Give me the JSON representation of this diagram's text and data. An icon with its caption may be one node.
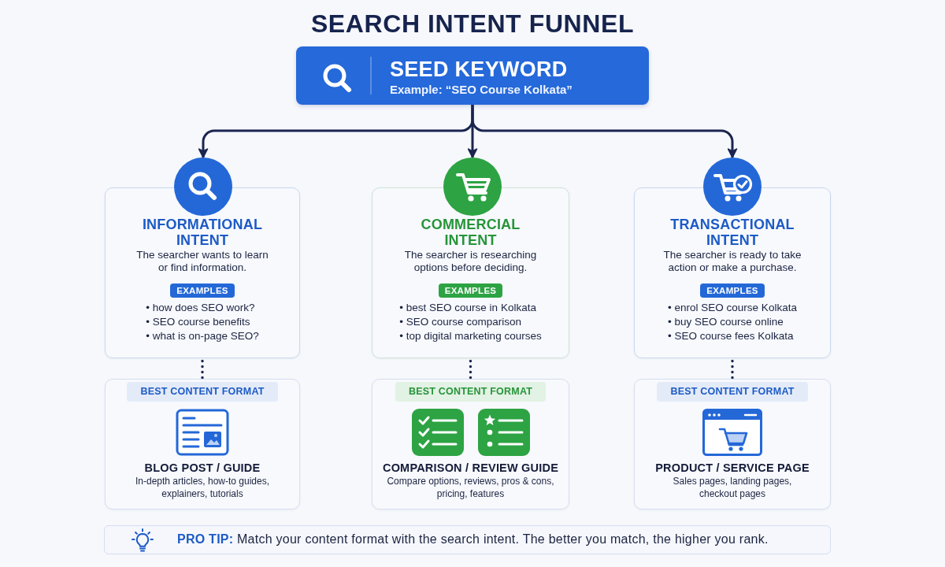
{
  "diagram": {
    "title": "SEARCH INTENT FUNNEL",
    "nodes": [
      {
        "text": [
          "SEED KEYWORD",
          "Example: “SEO Course Kolkata”"
        ]
      },
      {
        "text": [],
        "shape": "circle"
      },
      {
        "text": [
          "INFORMATIONAL INTENT",
          "The searcher wants to learn or find information.",
          "• how does SEO work?",
          "• SEO course benefits",
          "• what is on-page SEO?"
        ]
      },
      {
        "text": [
          "EXAMPLES"
        ],
        "in": 2
      },
      {
        "text": [],
        "shape": "circle"
      },
      {
        "text": [
          "COMMERCIAL INTENT",
          "The searcher is researching options before deciding.",
          "• best SEO course in Kolkata",
          "• SEO course comparison",
          "• top digital marketing courses"
        ]
      },
      {
        "text": [
          "EXAMPLES"
        ],
        "in": 5
      },
      {
        "text": [],
        "shape": "circle"
      },
      {
        "text": [
          "TRANSACTIONAL INTENT",
          "The searcher is ready to take action or make a purchase.",
          "• enrol SEO course Kolkata",
          "• buy SEO course online",
          "• SEO course fees Kolkata"
        ]
      },
      {
        "text": [
          "EXAMPLES"
        ],
        "in": 8
      },
      {
        "text": [
          "BLOG POST / GUIDE",
          "In-depth articles, how-to guides, explainers, tutorials"
        ]
      },
      {
        "text": [
          "BEST CONTENT FORMAT"
        ],
        "in": 10
      },
      {
        "text": [
          "COMPARISON / REVIEW GUIDE",
          "Compare options, reviews, pros & cons, pricing, features"
        ]
      },
      {
        "text": [
          "BEST CONTENT FORMAT"
        ],
        "in": 12
      },
      {
        "text": [
          "PRODUCT / SERVICE PAGE",
          "Sales pages, landing pages, checkout pages"
        ]
      },
      {
        "text": [
          "BEST CONTENT FORMAT"
        ],
        "in": 14
      },
      {
        "text": [
          "**PRO TIP:** Match your content format with the search intent. The better you match, the higher you rank."
        ]
      }
    ],
    "edges": [
      {
        "from": 0,
        "to": 1,
        "arrow": "to"
      },
      {
        "from": 0,
        "to": 4,
        "arrow": "to"
      },
      {
        "from": 0,
        "to": 7,
        "arrow": "to"
      },
      {
        "from": 2,
        "to": 10,
        "arrow": "none",
        "style": "dashed"
      },
      {
        "from": 5,
        "to": 12,
        "arrow": "none",
        "style": "dashed"
      },
      {
        "from": 8,
        "to": 14,
        "arrow": "none",
        "style": "dashed"
      }
    ]
  }
}
